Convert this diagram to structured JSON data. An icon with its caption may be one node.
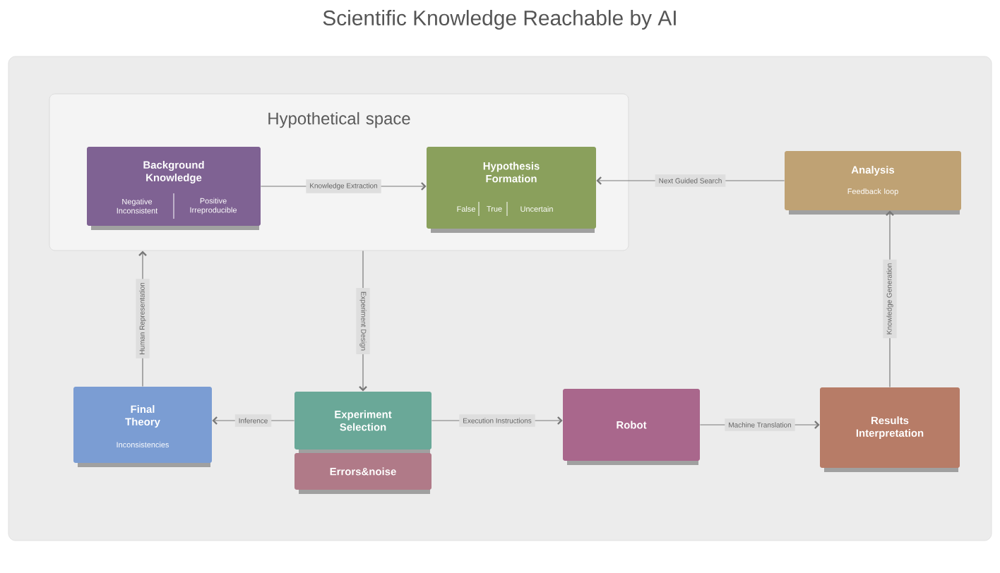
{
  "diagram": {
    "title": "Scientific Knowledge Reachable by AI",
    "nodes": [
      {
        "text": [
          "Hypothetical space"
        ]
      },
      {
        "text": [
          "Background Knowledge",
          "Negative Inconsistent",
          "Positive Irreproducible"
        ],
        "in": 0
      },
      {
        "text": [
          "Hypothesis Formation",
          "False",
          "True",
          "Uncertain"
        ],
        "in": 0
      },
      {
        "text": [
          "Analysis",
          "Feedback loop"
        ]
      },
      {
        "text": [
          "Final Theory",
          "Inconsistencies"
        ]
      },
      {
        "text": [
          "Experiment Selection"
        ]
      },
      {
        "text": [
          "Errors&noise"
        ]
      },
      {
        "text": [
          "Robot"
        ]
      },
      {
        "text": [
          "Results Interpretation"
        ]
      }
    ],
    "edges": [
      {
        "from": 1,
        "to": 2,
        "arrow": "to",
        "label": "Knowledge Extraction"
      },
      {
        "from": 3,
        "to": 2,
        "arrow": "to",
        "label": "Next Guided Search"
      },
      {
        "from": 0,
        "to": 5,
        "arrow": "to",
        "label": "Experiment Design"
      },
      {
        "from": 5,
        "to": 4,
        "arrow": "to",
        "label": "Inference"
      },
      {
        "from": 5,
        "to": 7,
        "arrow": "to",
        "label": "Execution Instructions"
      },
      {
        "from": 7,
        "to": 8,
        "arrow": "to",
        "label": "Machine Translation"
      },
      {
        "from": 8,
        "to": 3,
        "arrow": "to",
        "label": "Knowledge Generation"
      },
      {
        "from": 4,
        "to": 0,
        "arrow": "to",
        "label": "Human Representation"
      }
    ]
  }
}
